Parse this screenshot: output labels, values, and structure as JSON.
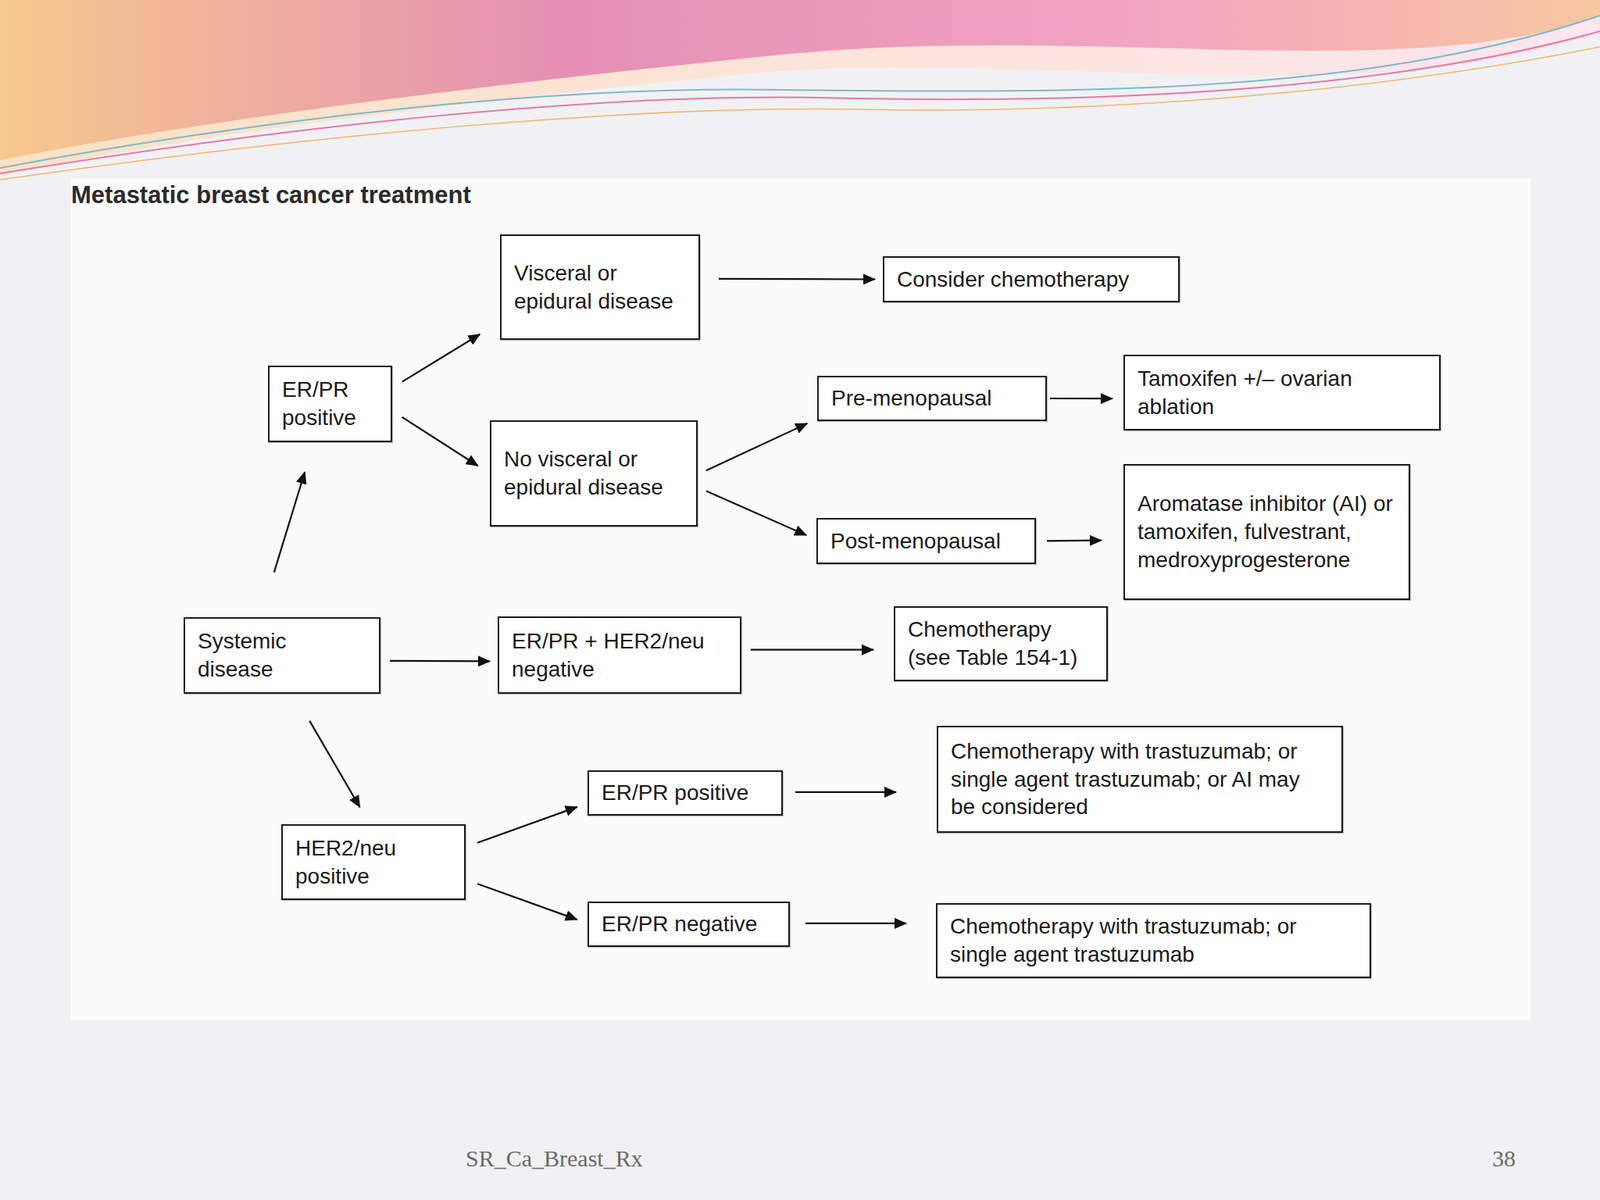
{
  "diagram": {
    "title": "Metastatic breast cancer treatment",
    "nodes": [
      {
        "text": [
          "Systemic disease"
        ]
      },
      {
        "text": [
          "ER/PR positive"
        ]
      },
      {
        "text": [
          "Visceral or epidural disease"
        ]
      },
      {
        "text": [
          "Consider chemotherapy"
        ]
      },
      {
        "text": [
          "No visceral or epidural disease"
        ]
      },
      {
        "text": [
          "Pre-menopausal"
        ]
      },
      {
        "text": [
          "Tamoxifen +/– ovarian ablation"
        ]
      },
      {
        "text": [
          "Post-menopausal"
        ]
      },
      {
        "text": [
          "Aromatase inhibitor (AI) or tamoxifen, fulvestrant, medroxyprogesterone"
        ]
      },
      {
        "text": [
          "ER/PR + HER2/neu negative"
        ]
      },
      {
        "text": [
          "Chemotherapy (see Table 154-1)"
        ]
      },
      {
        "text": [
          "HER2/neu positive"
        ]
      },
      {
        "text": [
          "ER/PR positive"
        ]
      },
      {
        "text": [
          "Chemotherapy with trastuzumab; or single agent trastuzumab; or AI may be considered"
        ]
      },
      {
        "text": [
          "ER/PR negative"
        ]
      },
      {
        "text": [
          "Chemotherapy with trastuzumab; or single agent trastuzumab"
        ]
      }
    ],
    "edges": [
      {
        "from": 0,
        "to": 1,
        "arrow": "to"
      },
      {
        "from": 1,
        "to": 2,
        "arrow": "to"
      },
      {
        "from": 2,
        "to": 3,
        "arrow": "to"
      },
      {
        "from": 1,
        "to": 4,
        "arrow": "to"
      },
      {
        "from": 4,
        "to": 5,
        "arrow": "to"
      },
      {
        "from": 5,
        "to": 6,
        "arrow": "to"
      },
      {
        "from": 4,
        "to": 7,
        "arrow": "to"
      },
      {
        "from": 7,
        "to": 8,
        "arrow": "to"
      },
      {
        "from": 0,
        "to": 9,
        "arrow": "to"
      },
      {
        "from": 9,
        "to": 10,
        "arrow": "to"
      },
      {
        "from": 0,
        "to": 11,
        "arrow": "to"
      },
      {
        "from": 11,
        "to": 12,
        "arrow": "to"
      },
      {
        "from": 12,
        "to": 13,
        "arrow": "to"
      },
      {
        "from": 11,
        "to": 14,
        "arrow": "to"
      },
      {
        "from": 14,
        "to": 15,
        "arrow": "to"
      }
    ],
    "labels": [
      "SR_Ca_Breast_Rx",
      "38"
    ]
  }
}
